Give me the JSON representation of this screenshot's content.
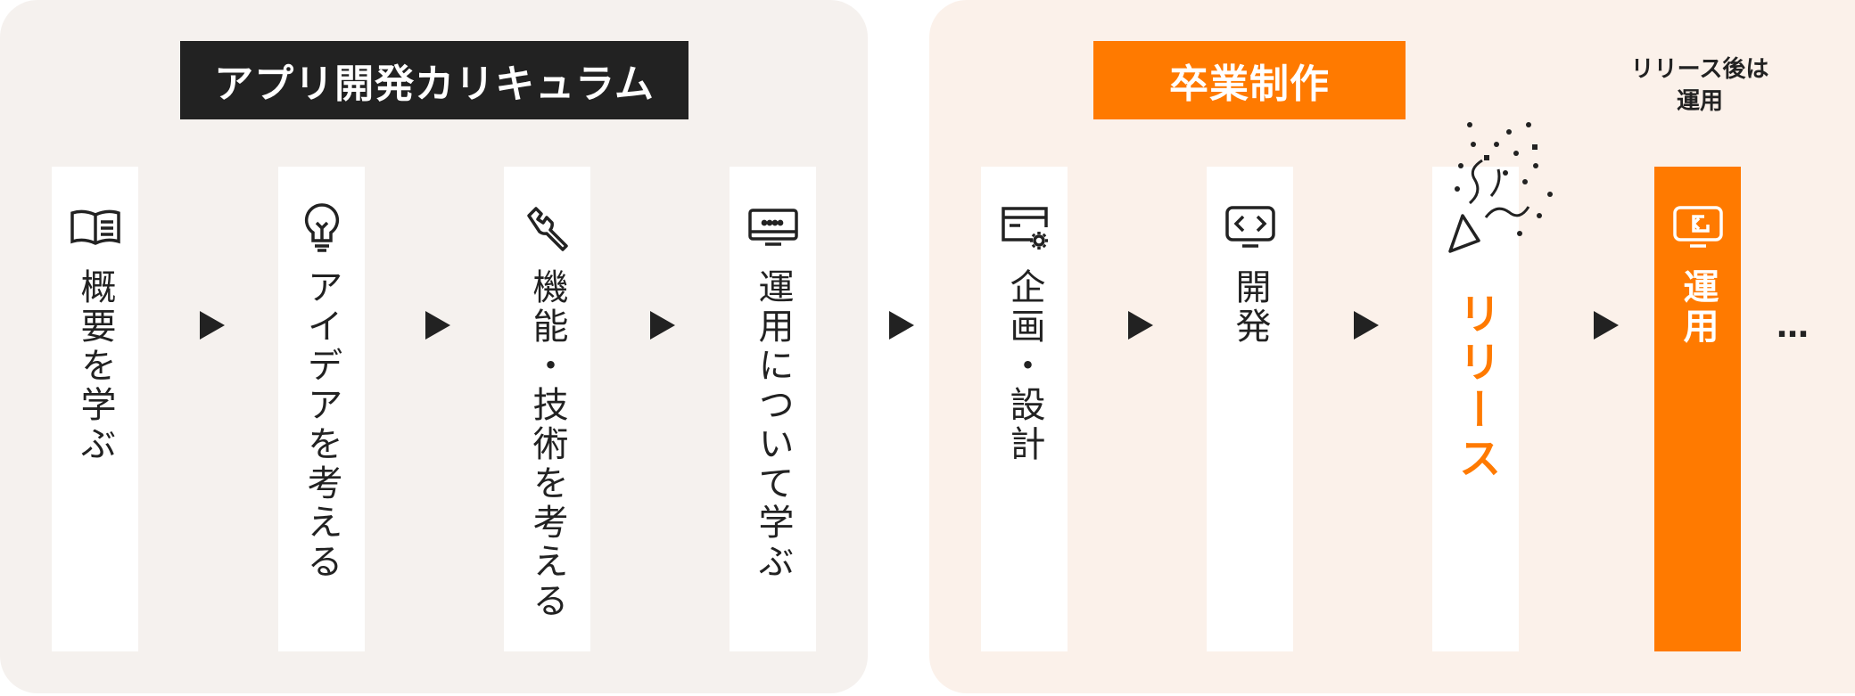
{
  "curriculum": {
    "title": "アプリ開発カリキュラム",
    "steps": [
      {
        "label": "概要を学ぶ",
        "icon": "open-book-icon"
      },
      {
        "label": "アイデアを考える",
        "icon": "lightbulb-icon"
      },
      {
        "label": "機能・技術を考える",
        "icon": "wrench-icon"
      },
      {
        "label": "運用について学ぶ",
        "icon": "monitor-icon"
      }
    ]
  },
  "graduation": {
    "title": "卒業制作",
    "note": "リリース後は\n運用",
    "steps": [
      {
        "label": "企画・設計",
        "icon": "browser-gear-icon"
      },
      {
        "label": "開発",
        "icon": "code-monitor-icon"
      },
      {
        "label": "リリース",
        "icon": "party-popper-icon"
      },
      {
        "label": "運用",
        "icon": "monitor-return-icon"
      }
    ],
    "continuation": "…"
  },
  "colors": {
    "accent": "#ff7a00",
    "dark": "#222222",
    "left_panel_bg": "#f5f1ee",
    "right_panel_bg": "#fbf1ea"
  }
}
